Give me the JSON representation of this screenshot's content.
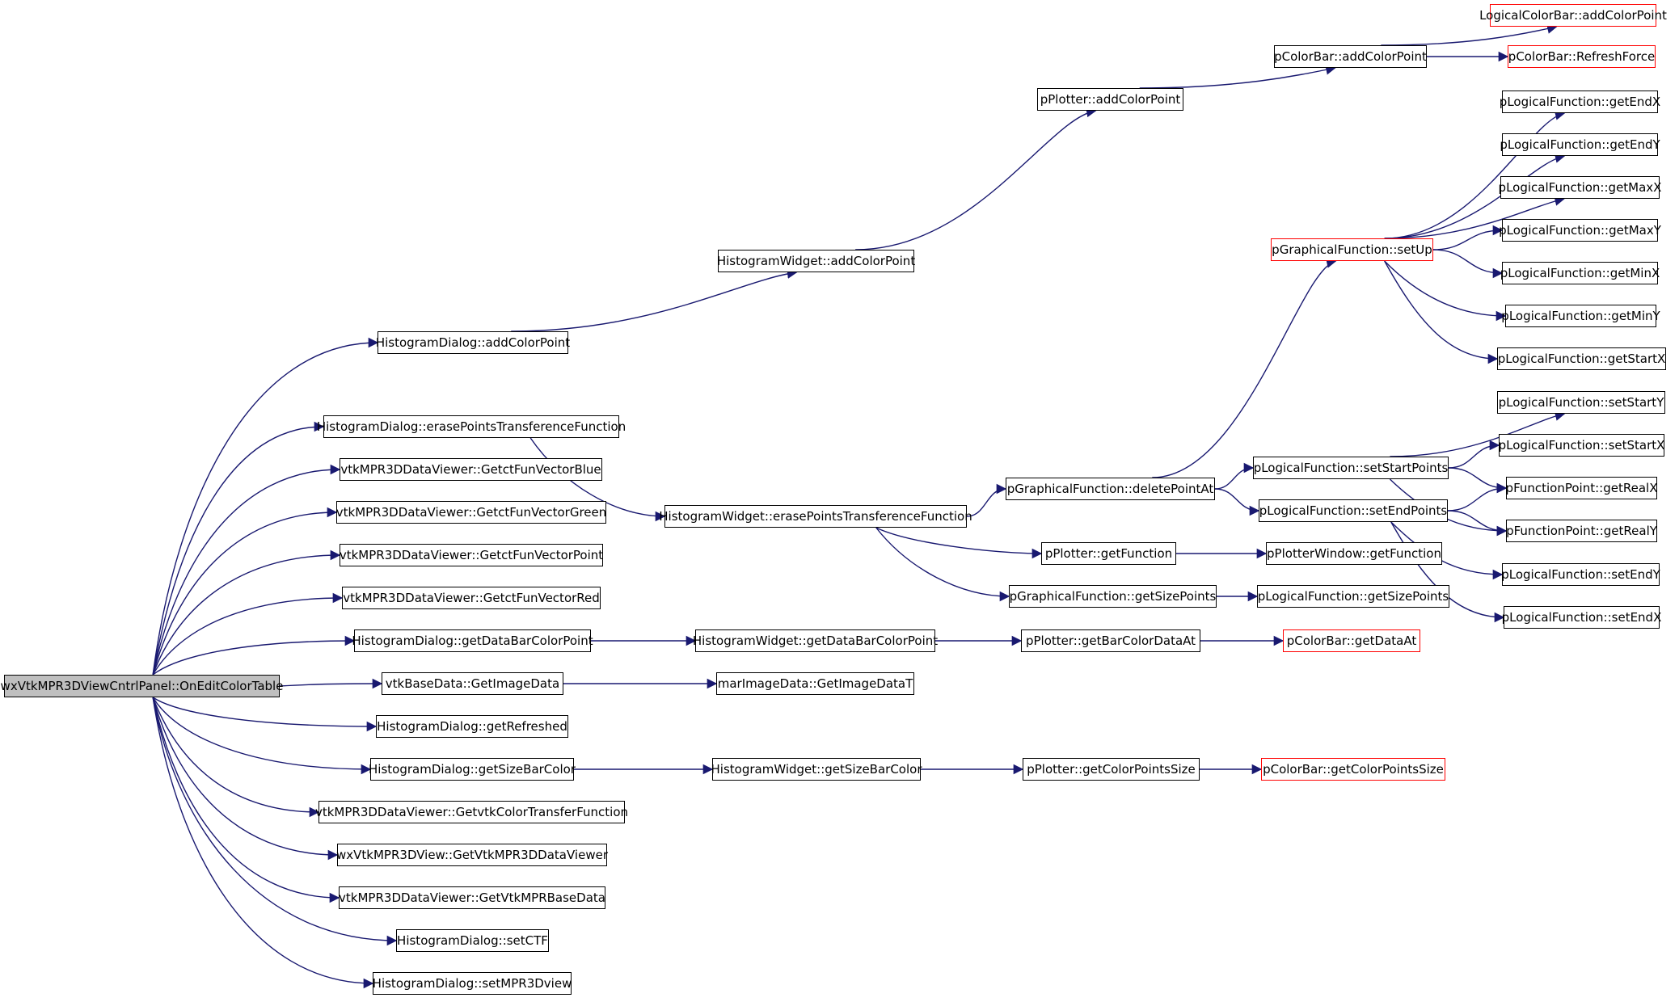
{
  "diagram": {
    "type": "call-graph",
    "colors": {
      "edge": "#191970",
      "node_border": "#000000",
      "incomplete_border": "#ff0000",
      "root_fill": "#bfbfbf"
    },
    "nodes": [
      {
        "id": "root",
        "label": "wxVtkMPR3DViewCntrlPanel::OnEditColorTable",
        "style": "root"
      },
      {
        "id": "hd_acp",
        "label": "HistogramDialog::addColorPoint"
      },
      {
        "id": "hd_eptf",
        "label": "HistogramDialog::erasePointsTransferenceFunction"
      },
      {
        "id": "vv_blue",
        "label": "vtkMPR3DDataViewer::GetctFunVectorBlue"
      },
      {
        "id": "vv_green",
        "label": "vtkMPR3DDataViewer::GetctFunVectorGreen"
      },
      {
        "id": "vv_point",
        "label": "vtkMPR3DDataViewer::GetctFunVectorPoint"
      },
      {
        "id": "vv_red",
        "label": "vtkMPR3DDataViewer::GetctFunVectorRed"
      },
      {
        "id": "hd_gdbcp",
        "label": "HistogramDialog::getDataBarColorPoint"
      },
      {
        "id": "vbd_gid",
        "label": "vtkBaseData::GetImageData"
      },
      {
        "id": "hd_gref",
        "label": "HistogramDialog::getRefreshed"
      },
      {
        "id": "hd_gsbc",
        "label": "HistogramDialog::getSizeBarColor"
      },
      {
        "id": "vv_gctf",
        "label": "vtkMPR3DDataViewer::GetvtkColorTransferFunction"
      },
      {
        "id": "wx_gvdv",
        "label": "wxVtkMPR3DView::GetVtkMPR3DDataViewer"
      },
      {
        "id": "vv_gbd",
        "label": "vtkMPR3DDataViewer::GetVtkMPRBaseData"
      },
      {
        "id": "hd_sctf",
        "label": "HistogramDialog::setCTF"
      },
      {
        "id": "hd_smpr",
        "label": "HistogramDialog::setMPR3Dview"
      },
      {
        "id": "hw_acp",
        "label": "HistogramWidget::addColorPoint"
      },
      {
        "id": "hw_eptf",
        "label": "HistogramWidget::erasePointsTransferenceFunction"
      },
      {
        "id": "hw_gdbcp",
        "label": "HistogramWidget::getDataBarColorPoint"
      },
      {
        "id": "mid_gidt",
        "label": "marImageData::GetImageDataT"
      },
      {
        "id": "hw_gsbc",
        "label": "HistogramWidget::getSizeBarColor"
      },
      {
        "id": "pp_acp",
        "label": "pPlotter::addColorPoint"
      },
      {
        "id": "pgf_dpa",
        "label": "pGraphicalFunction::deletePointAt"
      },
      {
        "id": "pp_gf",
        "label": "pPlotter::getFunction"
      },
      {
        "id": "pgf_gsp",
        "label": "pGraphicalFunction::getSizePoints"
      },
      {
        "id": "pp_gbcda",
        "label": "pPlotter::getBarColorDataAt"
      },
      {
        "id": "pp_gcps",
        "label": "pPlotter::getColorPointsSize"
      },
      {
        "id": "pcb_acp",
        "label": "pColorBar::addColorPoint"
      },
      {
        "id": "pgf_su",
        "label": "pGraphicalFunction::setUp",
        "style": "red"
      },
      {
        "id": "plf_ssp",
        "label": "pLogicalFunction::setStartPoints"
      },
      {
        "id": "plf_sep",
        "label": "pLogicalFunction::setEndPoints"
      },
      {
        "id": "ppw_gf",
        "label": "pPlotterWindow::getFunction"
      },
      {
        "id": "plf_gsp",
        "label": "pLogicalFunction::getSizePoints"
      },
      {
        "id": "pcb_gda",
        "label": "pColorBar::getDataAt",
        "style": "red"
      },
      {
        "id": "pcb_gcps",
        "label": "pColorBar::getColorPointsSize",
        "style": "red"
      },
      {
        "id": "lcb_acp",
        "label": "LogicalColorBar::addColorPoint",
        "style": "red"
      },
      {
        "id": "pcb_rf",
        "label": "pColorBar::RefreshForce",
        "style": "red"
      },
      {
        "id": "plf_gex",
        "label": "pLogicalFunction::getEndX"
      },
      {
        "id": "plf_gey",
        "label": "pLogicalFunction::getEndY"
      },
      {
        "id": "plf_gmaxx",
        "label": "pLogicalFunction::getMaxX"
      },
      {
        "id": "plf_gmaxy",
        "label": "pLogicalFunction::getMaxY"
      },
      {
        "id": "plf_gminx",
        "label": "pLogicalFunction::getMinX"
      },
      {
        "id": "plf_gminy",
        "label": "pLogicalFunction::getMinY"
      },
      {
        "id": "plf_gsx",
        "label": "pLogicalFunction::getStartX"
      },
      {
        "id": "plf_ssy",
        "label": "pLogicalFunction::setStartY"
      },
      {
        "id": "plf_ssx",
        "label": "pLogicalFunction::setStartX"
      },
      {
        "id": "pfp_grx",
        "label": "pFunctionPoint::getRealX"
      },
      {
        "id": "pfp_gry",
        "label": "pFunctionPoint::getRealY"
      },
      {
        "id": "plf_sey",
        "label": "pLogicalFunction::setEndY"
      },
      {
        "id": "plf_sex",
        "label": "pLogicalFunction::setEndX"
      }
    ],
    "edges": [
      [
        "root",
        "hd_acp"
      ],
      [
        "root",
        "hd_eptf"
      ],
      [
        "root",
        "vv_blue"
      ],
      [
        "root",
        "vv_green"
      ],
      [
        "root",
        "vv_point"
      ],
      [
        "root",
        "vv_red"
      ],
      [
        "root",
        "hd_gdbcp"
      ],
      [
        "root",
        "vbd_gid"
      ],
      [
        "root",
        "hd_gref"
      ],
      [
        "root",
        "hd_gsbc"
      ],
      [
        "root",
        "vv_gctf"
      ],
      [
        "root",
        "wx_gvdv"
      ],
      [
        "root",
        "vv_gbd"
      ],
      [
        "root",
        "hd_sctf"
      ],
      [
        "root",
        "hd_smpr"
      ],
      [
        "hd_acp",
        "hw_acp"
      ],
      [
        "hw_acp",
        "pp_acp"
      ],
      [
        "pp_acp",
        "pcb_acp"
      ],
      [
        "pcb_acp",
        "lcb_acp"
      ],
      [
        "pcb_acp",
        "pcb_rf"
      ],
      [
        "hd_eptf",
        "hw_eptf"
      ],
      [
        "hw_eptf",
        "pgf_dpa"
      ],
      [
        "hw_eptf",
        "pp_gf"
      ],
      [
        "hw_eptf",
        "pgf_gsp"
      ],
      [
        "pgf_dpa",
        "pgf_su"
      ],
      [
        "pgf_dpa",
        "plf_ssp"
      ],
      [
        "pgf_dpa",
        "plf_sep"
      ],
      [
        "pgf_su",
        "plf_gex"
      ],
      [
        "pgf_su",
        "plf_gey"
      ],
      [
        "pgf_su",
        "plf_gmaxx"
      ],
      [
        "pgf_su",
        "plf_gmaxy"
      ],
      [
        "pgf_su",
        "plf_gminx"
      ],
      [
        "pgf_su",
        "plf_gminy"
      ],
      [
        "pgf_su",
        "plf_gsx"
      ],
      [
        "plf_ssp",
        "plf_ssy"
      ],
      [
        "plf_ssp",
        "plf_ssx"
      ],
      [
        "plf_ssp",
        "pfp_grx"
      ],
      [
        "plf_ssp",
        "pfp_gry"
      ],
      [
        "plf_sep",
        "pfp_grx"
      ],
      [
        "plf_sep",
        "pfp_gry"
      ],
      [
        "plf_sep",
        "plf_sey"
      ],
      [
        "plf_sep",
        "plf_sex"
      ],
      [
        "pp_gf",
        "ppw_gf"
      ],
      [
        "pgf_gsp",
        "plf_gsp"
      ],
      [
        "hd_gdbcp",
        "hw_gdbcp"
      ],
      [
        "hw_gdbcp",
        "pp_gbcda"
      ],
      [
        "pp_gbcda",
        "pcb_gda"
      ],
      [
        "vbd_gid",
        "mid_gidt"
      ],
      [
        "hd_gsbc",
        "hw_gsbc"
      ],
      [
        "hw_gsbc",
        "pp_gcps"
      ],
      [
        "pp_gcps",
        "pcb_gcps"
      ]
    ]
  }
}
